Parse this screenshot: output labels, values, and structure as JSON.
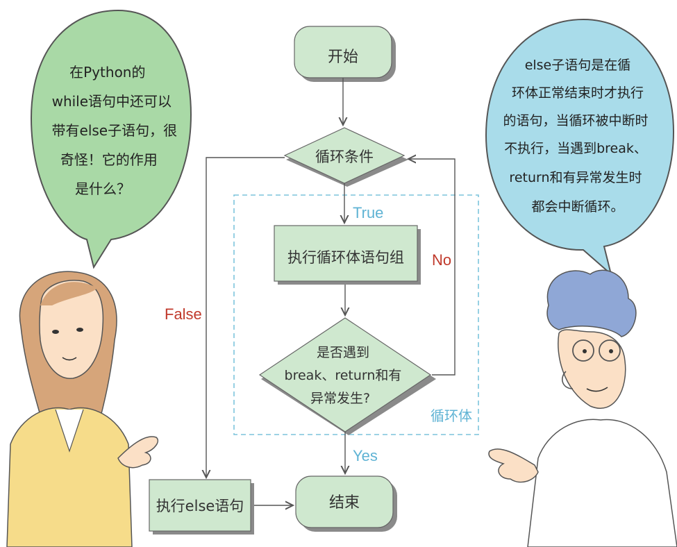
{
  "flow": {
    "start": "开始",
    "condition": "循环条件",
    "body": "执行循环体语句组",
    "check_lines": [
      "是否遇到",
      "break、return和有",
      "异常发生?"
    ],
    "else_stmt": "执行else语句",
    "end": "结束"
  },
  "labels": {
    "true": "True",
    "false": "False",
    "no": "No",
    "yes": "Yes",
    "loop_body": "循环体"
  },
  "bubbles": {
    "left_lines": [
      "在Python的",
      "while语句中还可以",
      "带有else子语句，很",
      "奇怪！它的作用",
      "是什么？"
    ],
    "right_lines": [
      "else子语句是在循",
      "环体正常结束时才执行",
      "的语句，当循环被中断时",
      "不执行，当遇到break、",
      "return和有异常发生时",
      "都会中断循环。"
    ]
  },
  "colors": {
    "node_fill": "#cfe8cf",
    "node_shadow": "#8a8a8a",
    "bubble_left": "#a9d9a6",
    "bubble_right": "#a9dcea",
    "dashed": "#7cc4dc",
    "label_red": "#c0392b",
    "label_blue": "#5fb3d4"
  }
}
